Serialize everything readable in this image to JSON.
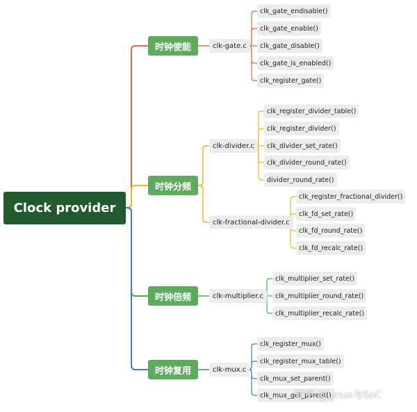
{
  "root": {
    "label": "Clock provider"
  },
  "colors": {
    "gate": "#e2674b",
    "divider": "#f0b323",
    "multiplier": "#4aad48",
    "mux": "#3a7ec3"
  },
  "branches": [
    {
      "key": "gate",
      "label": "时钟使能",
      "files": [
        {
          "label": "clk-gate.c",
          "functions": [
            "clk_gate_endisable()",
            "clk_gate_enable()",
            "clk_gate_disable()",
            "clk_gate_is_enabled()",
            "clk_register_gate()"
          ]
        }
      ]
    },
    {
      "key": "divider",
      "label": "时钟分频",
      "files": [
        {
          "label": "clk-divider.c",
          "functions": [
            "clk_register_divider_table()",
            "clk_register_divider()",
            "clk_divider_set_rate()",
            "clk_divider_round_rate()",
            "divider_round_rate()"
          ]
        },
        {
          "label": "clk-fractional-divider.c",
          "functions": [
            "clk_register_fractional_divider()",
            "clk_fd_set_rate()",
            "clk_fd_round_rate()",
            "clk_fd_recalc_rate()"
          ]
        }
      ]
    },
    {
      "key": "multiplier",
      "label": "时钟倍频",
      "files": [
        {
          "label": "clk-multiplier.c",
          "functions": [
            "clk_multiplier_set_rate()",
            "clk_multiplier_round_rate()",
            "clk_multiplier_recalc_rate()"
          ]
        }
      ]
    },
    {
      "key": "mux",
      "label": "时钟复用",
      "files": [
        {
          "label": "clk-mux.c",
          "functions": [
            "clk_register_mux()",
            "clk_register_mux_table()",
            "clk_mux_set_parent()",
            "clk_mux_get_parent()"
          ]
        }
      ]
    }
  ],
  "watermark": "知乎 @Linux与SoC"
}
